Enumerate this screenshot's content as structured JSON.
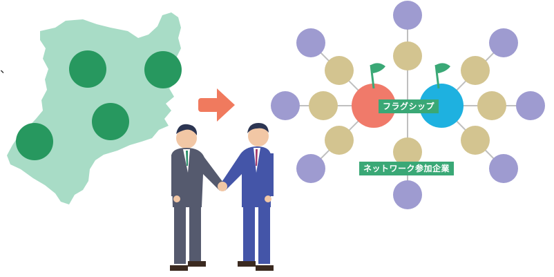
{
  "labels": {
    "flagship": "フラグシップ",
    "network": "ネットワーク参加企業",
    "edge_glyph": "、"
  },
  "colors": {
    "map_fill": "#a8dcc6",
    "region_dot": "#27985f",
    "arrow": "#f07a5e",
    "flagship_left": "#f07a6a",
    "flagship_right": "#1eb1e0",
    "inner_node": "#d3c490",
    "outer_node": "#9e9bd0",
    "connector": "#bfbfbf",
    "flag": "#3aa876",
    "label_bg": "#3aa876"
  },
  "icons": {
    "arrow": "right-arrow-icon",
    "flag": "flag-icon",
    "businessmen": "handshake-illustration"
  }
}
